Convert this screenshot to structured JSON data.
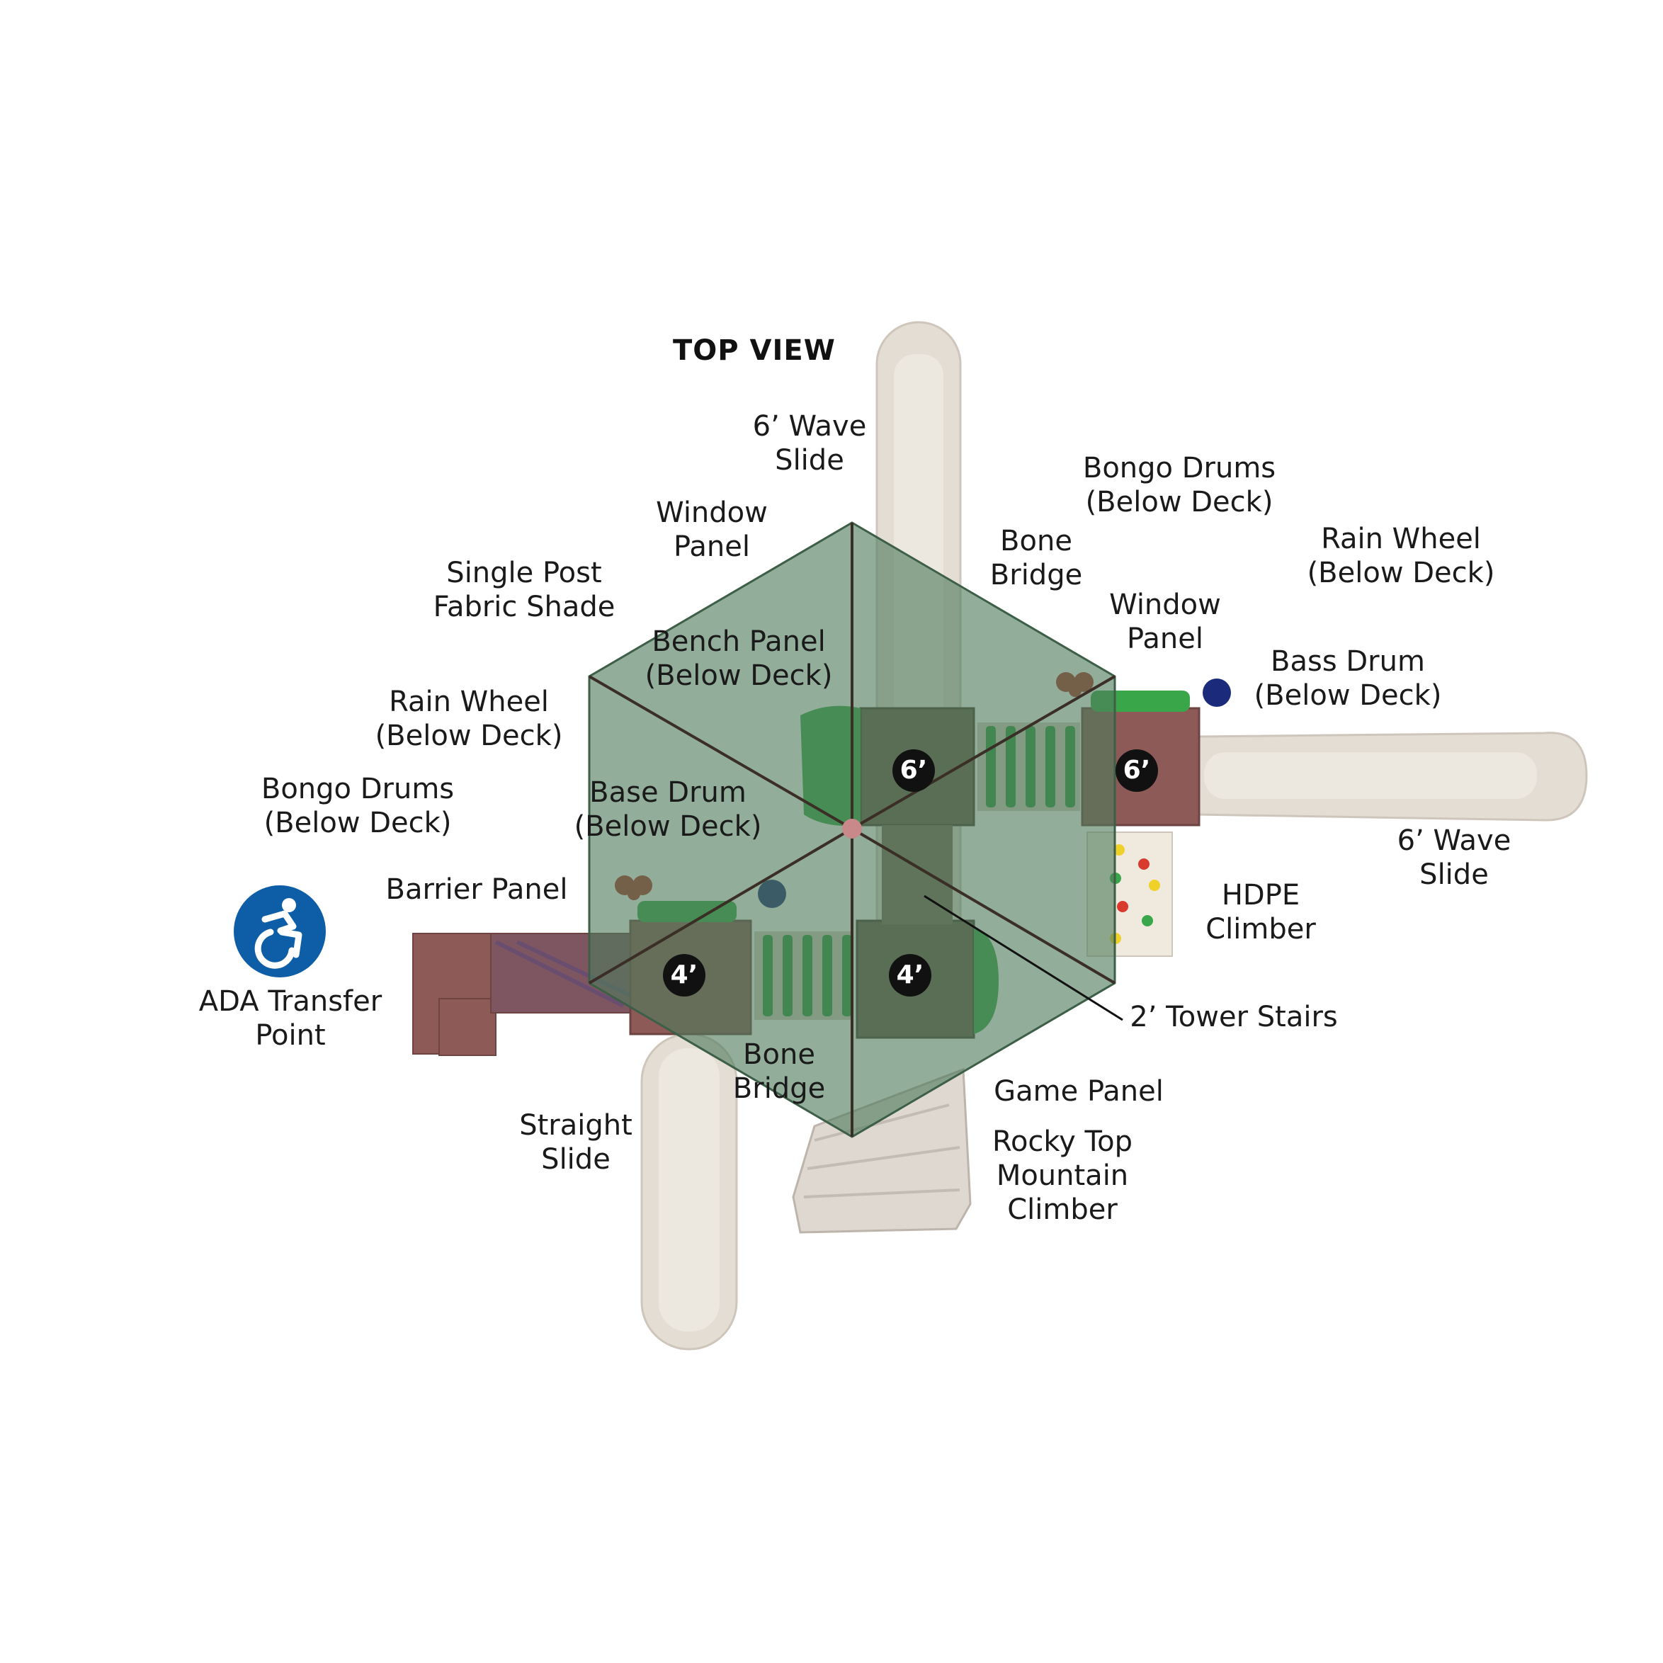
{
  "title": "TOP VIEW",
  "labels": {
    "wave_slide_top": [
      "6’ Wave",
      "Slide"
    ],
    "bongo_drums_top": [
      "Bongo Drums",
      "(Below Deck)"
    ],
    "window_panel_left": [
      "Window",
      "Panel"
    ],
    "bone_bridge_top": [
      "Bone",
      "Bridge"
    ],
    "rain_wheel_right": [
      "Rain Wheel",
      "(Below Deck)"
    ],
    "single_post_shade": [
      "Single Post",
      "Fabric Shade"
    ],
    "window_panel_right": [
      "Window",
      "Panel"
    ],
    "bench_panel": [
      "Bench Panel",
      "(Below Deck)"
    ],
    "bass_drum": [
      "Bass Drum",
      "(Below Deck)"
    ],
    "rain_wheel_left": [
      "Rain Wheel",
      "(Below Deck)"
    ],
    "bongo_drums_left": [
      "Bongo Drums",
      "(Below Deck)"
    ],
    "base_drum": [
      "Base Drum",
      "(Below Deck)"
    ],
    "wave_slide_right": [
      "6’ Wave",
      "Slide"
    ],
    "barrier_panel": [
      "Barrier Panel"
    ],
    "hdpe_climber": [
      "HDPE",
      "Climber"
    ],
    "ada_transfer": [
      "ADA Transfer",
      "Point"
    ],
    "tower_stairs": [
      "2’ Tower Stairs"
    ],
    "bone_bridge_bottom": [
      "Bone",
      "Bridge"
    ],
    "game_panel": [
      "Game Panel"
    ],
    "straight_slide": [
      "Straight",
      "Slide"
    ],
    "rocky_top": [
      "Rocky Top",
      "Mountain",
      "Climber"
    ]
  },
  "heights": {
    "tower_top_left": "6’",
    "tower_top_right": "6’",
    "tower_bottom_left": "4’",
    "tower_bottom_right": "4’"
  },
  "colors": {
    "shade": "#4f7a5c",
    "deck": "#8d5a58",
    "slide": "#e4ddd4",
    "green": "#2f9a3f",
    "ada_blue": "#0d5ea6"
  },
  "icons": {
    "ada": "wheelchair-accessibility-icon"
  }
}
